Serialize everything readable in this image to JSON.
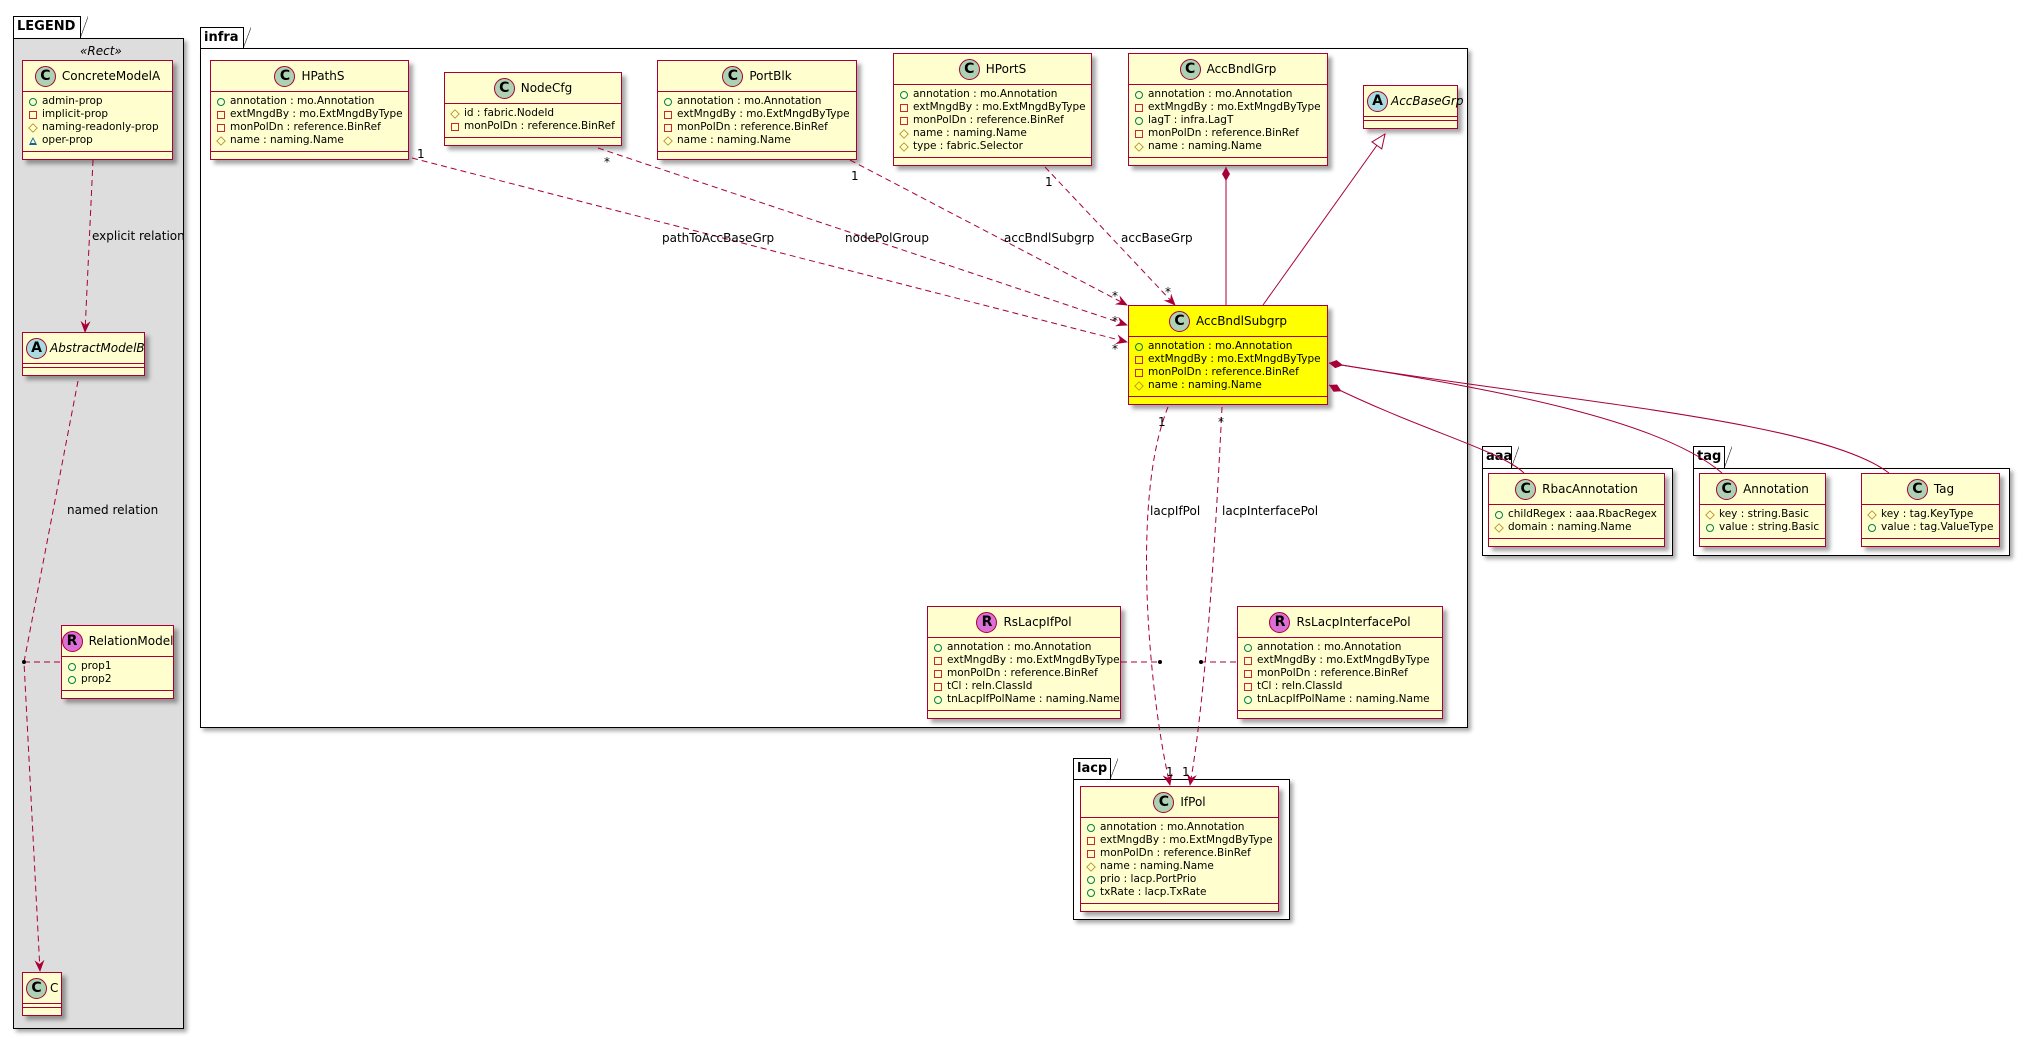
{
  "packages": {
    "legend": {
      "name": "LEGEND",
      "stereotype": "«Rect»"
    },
    "infra": {
      "name": "infra"
    },
    "lacp": {
      "name": "lacp"
    },
    "aaa": {
      "name": "aaa"
    },
    "tag": {
      "name": "tag"
    }
  },
  "classes": [
    {
      "id": "ConcreteModelA",
      "pkg": "legend",
      "kind": "C",
      "name": "ConcreteModelA",
      "attrs": [
        {
          "vis": "public",
          "text": "admin-prop"
        },
        {
          "vis": "private",
          "text": "implicit-prop"
        },
        {
          "vis": "protected",
          "text": "naming-readonly-prop"
        },
        {
          "vis": "package",
          "text": "oper-prop"
        }
      ]
    },
    {
      "id": "AbstractModelB",
      "pkg": "legend",
      "kind": "A",
      "name": "AbstractModelB",
      "attrs": []
    },
    {
      "id": "RelationModel",
      "pkg": "legend",
      "kind": "R",
      "name": "RelationModel",
      "attrs": [
        {
          "vis": "public",
          "text": "prop1"
        },
        {
          "vis": "public",
          "text": "prop2"
        }
      ]
    },
    {
      "id": "C",
      "pkg": "legend",
      "kind": "C",
      "name": "C",
      "attrs": []
    },
    {
      "id": "HPathS",
      "pkg": "infra",
      "kind": "C",
      "name": "HPathS",
      "attrs": [
        {
          "vis": "public",
          "text": "annotation : mo.Annotation"
        },
        {
          "vis": "private",
          "text": "extMngdBy : mo.ExtMngdByType"
        },
        {
          "vis": "private",
          "text": "monPolDn : reference.BinRef"
        },
        {
          "vis": "protected",
          "text": "name : naming.Name"
        }
      ]
    },
    {
      "id": "NodeCfg",
      "pkg": "infra",
      "kind": "C",
      "name": "NodeCfg",
      "attrs": [
        {
          "vis": "protected",
          "text": "id : fabric.NodeId"
        },
        {
          "vis": "private",
          "text": "monPolDn : reference.BinRef"
        }
      ]
    },
    {
      "id": "PortBlk",
      "pkg": "infra",
      "kind": "C",
      "name": "PortBlk",
      "attrs": [
        {
          "vis": "public",
          "text": "annotation : mo.Annotation"
        },
        {
          "vis": "private",
          "text": "extMngdBy : mo.ExtMngdByType"
        },
        {
          "vis": "private",
          "text": "monPolDn : reference.BinRef"
        },
        {
          "vis": "protected",
          "text": "name : naming.Name"
        }
      ]
    },
    {
      "id": "HPortS",
      "pkg": "infra",
      "kind": "C",
      "name": "HPortS",
      "attrs": [
        {
          "vis": "public",
          "text": "annotation : mo.Annotation"
        },
        {
          "vis": "private",
          "text": "extMngdBy : mo.ExtMngdByType"
        },
        {
          "vis": "private",
          "text": "monPolDn : reference.BinRef"
        },
        {
          "vis": "protected",
          "text": "name : naming.Name"
        },
        {
          "vis": "protected",
          "text": "type : fabric.Selector"
        }
      ]
    },
    {
      "id": "AccBndlGrp",
      "pkg": "infra",
      "kind": "C",
      "name": "AccBndlGrp",
      "attrs": [
        {
          "vis": "public",
          "text": "annotation : mo.Annotation"
        },
        {
          "vis": "private",
          "text": "extMngdBy : mo.ExtMngdByType"
        },
        {
          "vis": "public",
          "text": "lagT : infra.LagT"
        },
        {
          "vis": "private",
          "text": "monPolDn : reference.BinRef"
        },
        {
          "vis": "protected",
          "text": "name : naming.Name"
        }
      ]
    },
    {
      "id": "AccBaseGrp",
      "pkg": "infra",
      "kind": "A",
      "name": "AccBaseGrp",
      "attrs": []
    },
    {
      "id": "AccBndlSubgrp",
      "pkg": "infra",
      "kind": "C",
      "name": "AccBndlSubgrp",
      "highlight": true,
      "attrs": [
        {
          "vis": "public",
          "text": "annotation : mo.Annotation"
        },
        {
          "vis": "private",
          "text": "extMngdBy : mo.ExtMngdByType"
        },
        {
          "vis": "private",
          "text": "monPolDn : reference.BinRef"
        },
        {
          "vis": "protected",
          "text": "name : naming.Name"
        }
      ]
    },
    {
      "id": "RsLacpIfPol",
      "pkg": "infra",
      "kind": "R",
      "name": "RsLacpIfPol",
      "attrs": [
        {
          "vis": "public",
          "text": "annotation : mo.Annotation"
        },
        {
          "vis": "private",
          "text": "extMngdBy : mo.ExtMngdByType"
        },
        {
          "vis": "private",
          "text": "monPolDn : reference.BinRef"
        },
        {
          "vis": "private",
          "text": "tCl : reln.ClassId"
        },
        {
          "vis": "public",
          "text": "tnLacpIfPolName : naming.Name"
        }
      ]
    },
    {
      "id": "RsLacpInterfacePol",
      "pkg": "infra",
      "kind": "R",
      "name": "RsLacpInterfacePol",
      "attrs": [
        {
          "vis": "public",
          "text": "annotation : mo.Annotation"
        },
        {
          "vis": "private",
          "text": "extMngdBy : mo.ExtMngdByType"
        },
        {
          "vis": "private",
          "text": "monPolDn : reference.BinRef"
        },
        {
          "vis": "private",
          "text": "tCl : reln.ClassId"
        },
        {
          "vis": "public",
          "text": "tnLacpIfPolName : naming.Name"
        }
      ]
    },
    {
      "id": "IfPol",
      "pkg": "lacp",
      "kind": "C",
      "name": "IfPol",
      "attrs": [
        {
          "vis": "public",
          "text": "annotation : mo.Annotation"
        },
        {
          "vis": "private",
          "text": "extMngdBy : mo.ExtMngdByType"
        },
        {
          "vis": "private",
          "text": "monPolDn : reference.BinRef"
        },
        {
          "vis": "protected",
          "text": "name : naming.Name"
        },
        {
          "vis": "public",
          "text": "prio : lacp.PortPrio"
        },
        {
          "vis": "public",
          "text": "txRate : lacp.TxRate"
        }
      ]
    },
    {
      "id": "RbacAnnotation",
      "pkg": "aaa",
      "kind": "C",
      "name": "RbacAnnotation",
      "attrs": [
        {
          "vis": "public",
          "text": "childRegex : aaa.RbacRegex"
        },
        {
          "vis": "protected",
          "text": "domain : naming.Name"
        }
      ]
    },
    {
      "id": "Annotation",
      "pkg": "tag",
      "kind": "C",
      "name": "Annotation",
      "attrs": [
        {
          "vis": "protected",
          "text": "key : string.Basic"
        },
        {
          "vis": "public",
          "text": "value : string.Basic"
        }
      ]
    },
    {
      "id": "Tag",
      "pkg": "tag",
      "kind": "C",
      "name": "Tag",
      "attrs": [
        {
          "vis": "protected",
          "text": "key : tag.KeyType"
        },
        {
          "vis": "public",
          "text": "value : tag.ValueType"
        }
      ]
    }
  ],
  "relations": {
    "explicit": "explicit relation",
    "named": "named relation",
    "pathToAccBaseGrp": "pathToAccBaseGrp",
    "nodePolGroup": "nodePolGroup",
    "accBndlSubgrp": "accBndlSubgrp",
    "accBaseGrp": "accBaseGrp",
    "lacpIfPol": "lacpIfPol",
    "lacpInterfacePol": "lacpInterfacePol"
  },
  "multiplicities": {
    "hpaths_src": "1",
    "nodecfg_src": "*",
    "portblk_src": "1",
    "hports_src": "1",
    "path_dst": "*",
    "node_dst": "*",
    "bndl_dst": "*",
    "base_dst": "*",
    "ifpol_src": "1",
    "intf_src": "*",
    "ifpol_dst": "1",
    "intf_dst": "1"
  },
  "colors": {
    "border": "#A80036",
    "class_bg": "#FEFECE",
    "highlight_bg": "#FFFF00",
    "legend_bg": "#DDDDDD"
  }
}
